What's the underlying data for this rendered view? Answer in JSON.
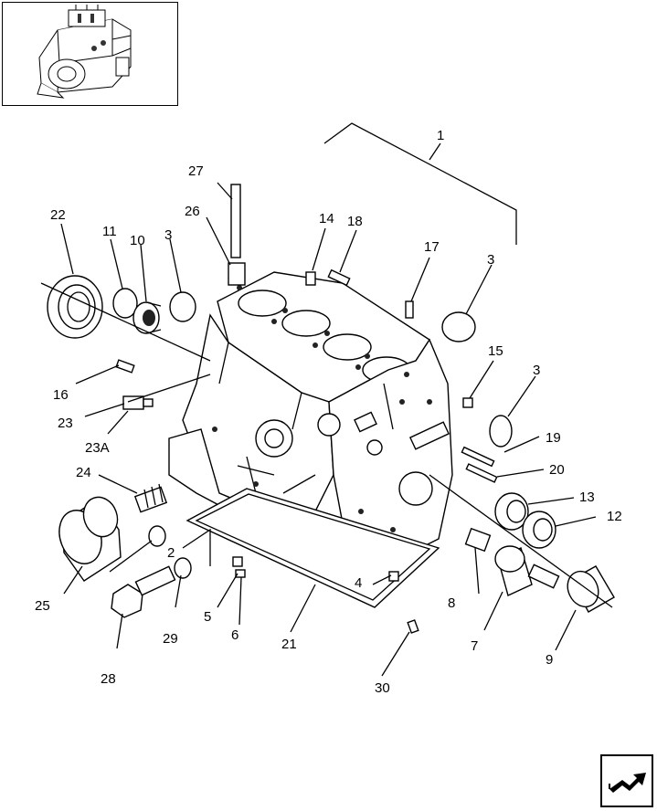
{
  "thumbnail": {
    "icon": "engine-thumbnail-icon"
  },
  "nav": {
    "icon": "arrow-right-icon"
  },
  "callouts": [
    {
      "id": "c1",
      "text": "1"
    },
    {
      "id": "c2",
      "text": "2"
    },
    {
      "id": "c3a",
      "text": "3"
    },
    {
      "id": "c3b",
      "text": "3"
    },
    {
      "id": "c3c",
      "text": "3"
    },
    {
      "id": "c4",
      "text": "4"
    },
    {
      "id": "c5",
      "text": "5"
    },
    {
      "id": "c6",
      "text": "6"
    },
    {
      "id": "c7",
      "text": "7"
    },
    {
      "id": "c8",
      "text": "8"
    },
    {
      "id": "c9",
      "text": "9"
    },
    {
      "id": "c10",
      "text": "10"
    },
    {
      "id": "c11",
      "text": "11"
    },
    {
      "id": "c12",
      "text": "12"
    },
    {
      "id": "c13",
      "text": "13"
    },
    {
      "id": "c14",
      "text": "14"
    },
    {
      "id": "c15",
      "text": "15"
    },
    {
      "id": "c16",
      "text": "16"
    },
    {
      "id": "c17",
      "text": "17"
    },
    {
      "id": "c18",
      "text": "18"
    },
    {
      "id": "c19",
      "text": "19"
    },
    {
      "id": "c20",
      "text": "20"
    },
    {
      "id": "c21",
      "text": "21"
    },
    {
      "id": "c22",
      "text": "22"
    },
    {
      "id": "c23",
      "text": "23"
    },
    {
      "id": "c23a",
      "text": "23A"
    },
    {
      "id": "c24",
      "text": "24"
    },
    {
      "id": "c25",
      "text": "25"
    },
    {
      "id": "c26",
      "text": "26"
    },
    {
      "id": "c27",
      "text": "27"
    },
    {
      "id": "c28",
      "text": "28"
    },
    {
      "id": "c29",
      "text": "29"
    },
    {
      "id": "c30",
      "text": "30"
    }
  ]
}
